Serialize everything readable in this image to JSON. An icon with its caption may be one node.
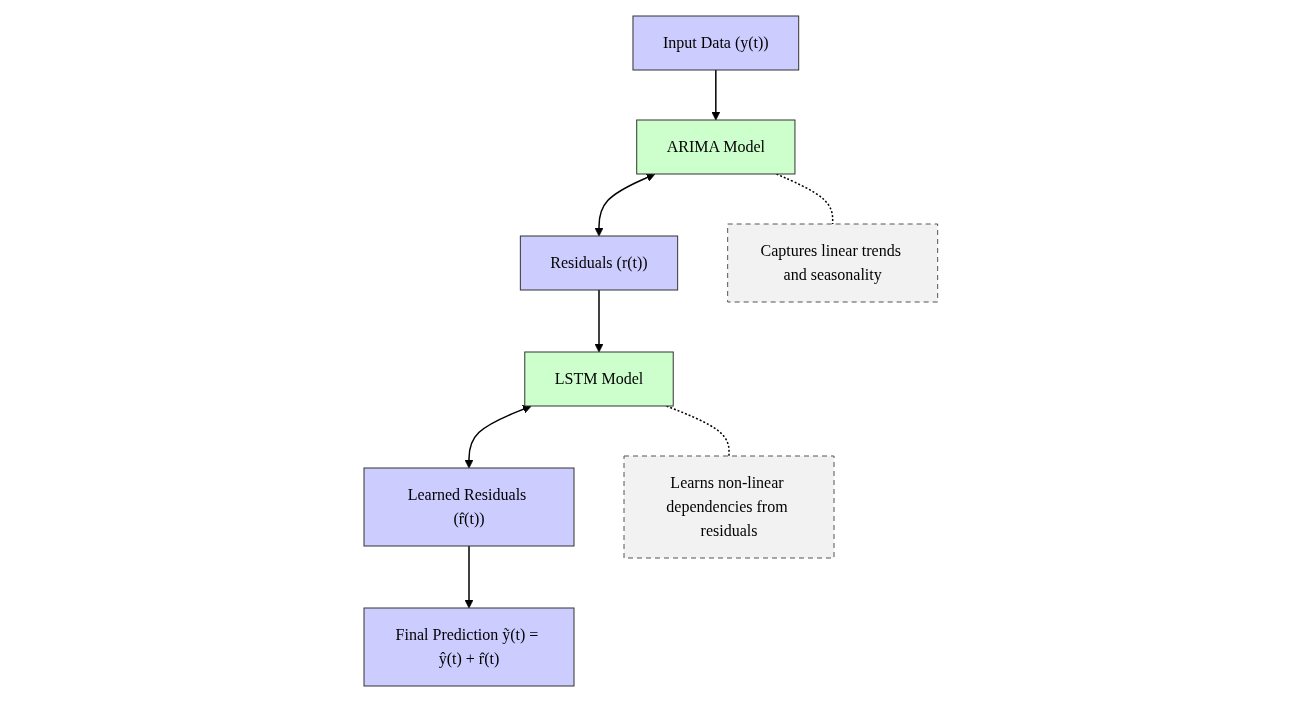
{
  "diagram": {
    "nodes": [
      {
        "text": [
          "Input Data (y(t))"
        ]
      },
      {
        "text": [
          "ARIMA Model"
        ]
      },
      {
        "text": [
          "LSTM Model"
        ]
      },
      {
        "text": [
          "Final Prediction ỹ(t) = ŷ(t) + r̂(t)"
        ]
      },
      {
        "text": [
          "Residuals (r(t))"
        ]
      },
      {
        "text": [
          "Learned Residuals (r̂(t))"
        ]
      },
      {
        "text": [
          "Captures linear trends and seasonality"
        ]
      },
      {
        "text": [
          "Learns non-linear dependencies from residuals"
        ]
      }
    ],
    "edges": [
      {
        "from": 0,
        "to": 1,
        "arrow": "to"
      },
      {
        "from": 1,
        "to": 4,
        "arrow": "both"
      },
      {
        "from": 4,
        "to": 2,
        "arrow": "to"
      },
      {
        "from": 2,
        "to": 5,
        "arrow": "both"
      },
      {
        "from": 5,
        "to": 3,
        "arrow": "to"
      },
      {
        "from": 1,
        "to": 6,
        "arrow": "none",
        "style": "dashed"
      },
      {
        "from": 2,
        "to": 7,
        "arrow": "none",
        "style": "dashed"
      }
    ]
  }
}
